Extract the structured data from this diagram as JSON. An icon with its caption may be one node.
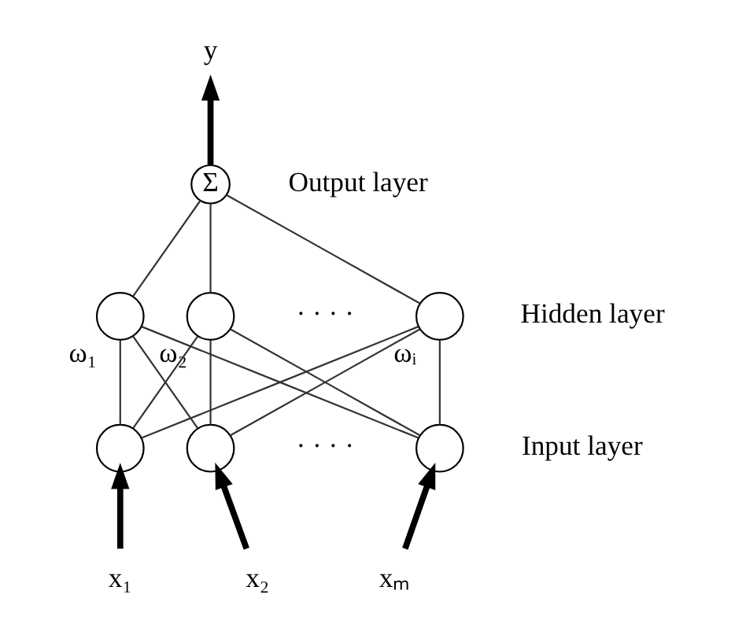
{
  "diagram": {
    "nodes": [
      {
        "text": [
          "y"
        ]
      },
      {
        "text": [
          "Σ"
        ]
      },
      {
        "text": [],
        "shape": "circle",
        "beside": [
          "ω₁"
        ]
      },
      {
        "text": [],
        "shape": "circle",
        "beside": [
          "ω₂"
        ]
      },
      {
        "text": [],
        "shape": "circle",
        "beside": [
          "ωᵢ"
        ]
      },
      {
        "text": [],
        "shape": "circle"
      },
      {
        "text": [],
        "shape": "circle"
      },
      {
        "text": [],
        "shape": "circle"
      },
      {
        "text": [
          "x₁"
        ]
      },
      {
        "text": [
          "x₂"
        ]
      },
      {
        "text": [
          "xₘ"
        ]
      }
    ],
    "edges": [
      {
        "from": 1,
        "to": 0,
        "arrow": "to",
        "style": "thick"
      },
      {
        "from": 2,
        "to": 1,
        "arrow": "none"
      },
      {
        "from": 3,
        "to": 1,
        "arrow": "none"
      },
      {
        "from": 4,
        "to": 1,
        "arrow": "none"
      },
      {
        "from": 5,
        "to": 2,
        "arrow": "none"
      },
      {
        "from": 5,
        "to": 3,
        "arrow": "none"
      },
      {
        "from": 5,
        "to": 4,
        "arrow": "none"
      },
      {
        "from": 6,
        "to": 2,
        "arrow": "none"
      },
      {
        "from": 6,
        "to": 3,
        "arrow": "none"
      },
      {
        "from": 6,
        "to": 4,
        "arrow": "none"
      },
      {
        "from": 7,
        "to": 2,
        "arrow": "none"
      },
      {
        "from": 7,
        "to": 3,
        "arrow": "none"
      },
      {
        "from": 7,
        "to": 4,
        "arrow": "none"
      },
      {
        "from": 8,
        "to": 5,
        "arrow": "to",
        "style": "thick"
      },
      {
        "from": 9,
        "to": 6,
        "arrow": "to",
        "style": "thick"
      },
      {
        "from": 10,
        "to": 7,
        "arrow": "to",
        "style": "thick"
      }
    ],
    "labels": [
      "Output layer",
      "· · · ·",
      "Hidden layer",
      "· · · ·",
      "Input layer"
    ]
  }
}
